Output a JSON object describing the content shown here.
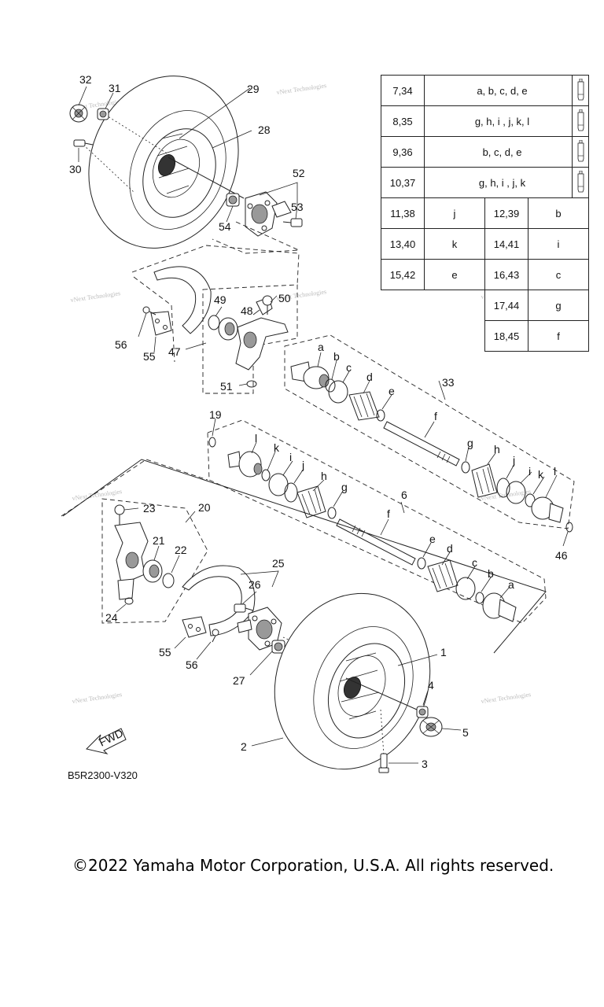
{
  "diagram_code": "B5R2300-V320",
  "copyright": "©2022 Yamaha Motor Corporation, U.S.A. All rights reserved.",
  "watermark": "vNext Technologies",
  "fwd_label": "FWD",
  "lube_table": [
    {
      "parts": "7,34",
      "letters": "a, b, c, d, e"
    },
    {
      "parts": "8,35",
      "letters": "g, h, i , j, k, l"
    },
    {
      "parts": "9,36",
      "letters": "b, c, d, e"
    },
    {
      "parts": "10,37",
      "letters": "g, h, i , j, k"
    }
  ],
  "pair_table": [
    {
      "p1": "11,38",
      "l1": "j",
      "p2": "12,39",
      "l2": "b"
    },
    {
      "p1": "13,40",
      "l1": "k",
      "p2": "14,41",
      "l2": "i"
    },
    {
      "p1": "15,42",
      "l1": "e",
      "p2": "16,43",
      "l2": "c"
    },
    {
      "p1": "",
      "l1": "",
      "p2": "17,44",
      "l2": "g"
    },
    {
      "p1": "",
      "l1": "",
      "p2": "18,45",
      "l2": "f"
    }
  ],
  "callouts": {
    "n1": "1",
    "n2": "2",
    "n3": "3",
    "n4": "4",
    "n5": "5",
    "n6": "6",
    "n19": "19",
    "n20": "20",
    "n21": "21",
    "n22": "22",
    "n23": "23",
    "n24": "24",
    "n25": "25",
    "n26": "26",
    "n27": "27",
    "n28": "28",
    "n29": "29",
    "n30": "30",
    "n31": "31",
    "n32": "32",
    "n33": "33",
    "n46": "46",
    "n47": "47",
    "n48": "48",
    "n49": "49",
    "n50": "50",
    "n51": "51",
    "n52": "52",
    "n53": "53",
    "n54": "54",
    "n55a": "55",
    "n55b": "55",
    "n56a": "56",
    "n56b": "56",
    "la1": "a",
    "lb1": "b",
    "lc1": "c",
    "ld1": "d",
    "le1": "e",
    "lf1": "f",
    "lg1": "g",
    "lh1": "h",
    "li1": "i",
    "lj1": "j",
    "lk1": "k",
    "ll1": "l",
    "ll2": "l",
    "lk2": "k",
    "li2": "i",
    "lj2": "j",
    "lh2": "h",
    "lg2": "g",
    "lf2": "f",
    "le2": "e",
    "ld2": "d",
    "lc2": "c",
    "lb2": "b",
    "la2": "a"
  }
}
